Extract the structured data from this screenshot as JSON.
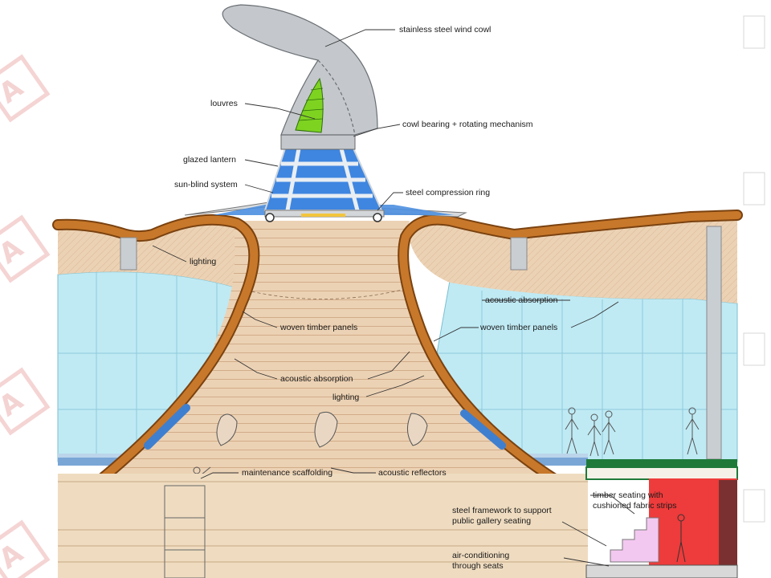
{
  "labels": {
    "cowl": "stainless steel wind cowl",
    "louvres": "louvres",
    "bearing": "cowl bearing + rotating mechanism",
    "lantern": "glazed lantern",
    "sunblind": "sun-blind system",
    "ring": "steel compression ring",
    "lighting_left": "lighting",
    "acoustic_absorption_right": "acoustic absorption",
    "woven_left": "woven timber panels",
    "woven_right": "woven timber panels",
    "acoustic_absorption_center": "acoustic absorption",
    "lighting_center": "lighting",
    "scaffolding": "maintenance scaffolding",
    "reflectors": "acoustic reflectors",
    "seating_1": "timber seating with",
    "seating_2": "cushioned fabric strips",
    "framework_1": "steel framework to support",
    "framework_2": "public gallery seating",
    "aircon_1": "air-conditioning",
    "aircon_2": "through seats"
  },
  "colors": {
    "timber": "#b86a1c",
    "infill": "#ecd2b4",
    "glass": "#bfeaf4",
    "louvres": "#7ed321",
    "cowl": "#c4c8cc",
    "red_wall": "#ee3b3b",
    "green_band": "#1f7a3a",
    "seat_pink": "#f3c8f0"
  }
}
